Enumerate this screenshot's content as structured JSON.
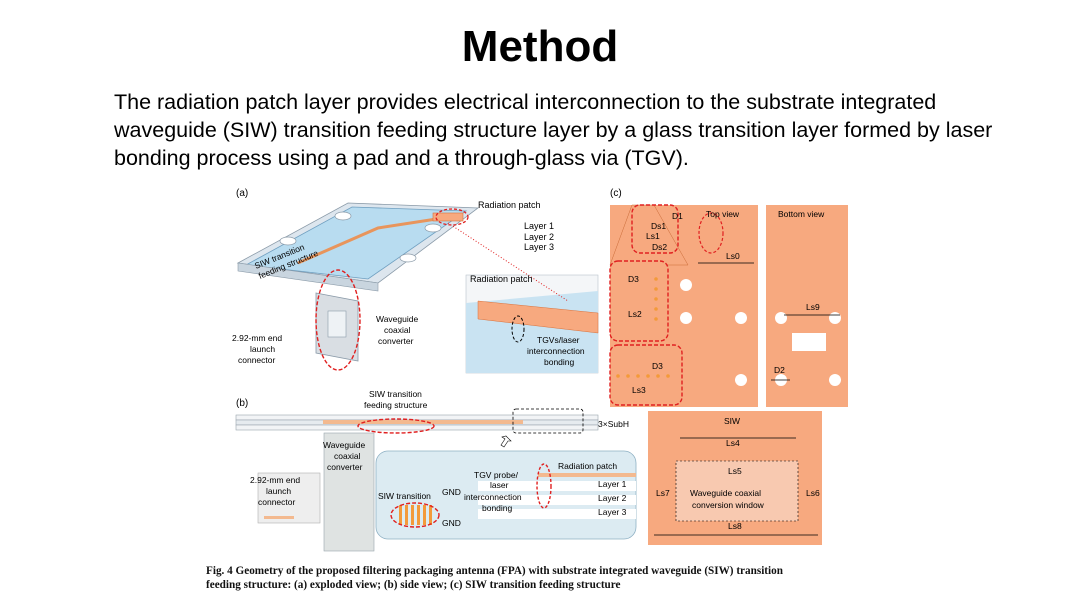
{
  "slide": {
    "title": "Method",
    "description": "The radiation patch layer provides electrical interconnection to the substrate integrated waveguide (SIW) transition feeding structure layer by a glass transition layer formed by laser bonding process using a pad and a through-glass via (TGV)."
  },
  "figure": {
    "panel_a": {
      "tag": "(a)",
      "radiation_patch": "Radiation patch",
      "layer1": "Layer 1",
      "layer2": "Layer 2",
      "layer3": "Layer 3",
      "siw_line1": "SIW transition",
      "siw_line2": "feeding structure",
      "radiation_patch_inset": "Radiation patch",
      "wg_line1": "Waveguide",
      "wg_line2": "coaxial",
      "wg_line3": "converter",
      "conn_line1": "2.92-mm end",
      "conn_line2": "launch",
      "conn_line3": "connector",
      "tgv_line1": "TGVs/laser",
      "tgv_line2": "interconnection",
      "tgv_line3": "bonding"
    },
    "panel_b": {
      "tag": "(b)",
      "siw_line1": "SIW transition",
      "siw_line2": "feeding structure",
      "subh": "3×SubH",
      "wg_line1": "Waveguide",
      "wg_line2": "coaxial",
      "wg_line3": "converter",
      "conn_line1": "2.92-mm end",
      "conn_line2": "launch",
      "conn_line3": "connector",
      "tgv_line1": "TGV probe/",
      "tgv_line2": "laser",
      "tgv_line3": "interconnection",
      "tgv_line4": "bonding",
      "radiation_patch": "Radiation patch",
      "layer1": "Layer 1",
      "layer2": "Layer 2",
      "layer3": "Layer 3",
      "siw_transition": "SIW transition",
      "gnd_top": "GND",
      "gnd_bottom": "GND"
    },
    "panel_c": {
      "tag": "(c)",
      "top_view": "Top view",
      "bottom_view": "Bottom view",
      "d1": "D1",
      "ds1": "Ds1",
      "ls1": "Ls1",
      "ds2": "Ds2",
      "ls0": "Ls0",
      "d3_top": "D3",
      "ls2": "Ls2",
      "ls9": "Ls9",
      "d3_bottom": "D3",
      "d2": "D2",
      "ls3": "Ls3",
      "siw": "SIW",
      "ls4": "Ls4",
      "ls5": "Ls5",
      "ls7": "Ls7",
      "ls6": "Ls6",
      "window_line1": "Waveguide coaxial",
      "window_line2": "conversion window",
      "ls8": "Ls8"
    },
    "caption_line1": "Fig. 4   Geometry of the proposed filtering packaging antenna (FPA) with substrate integrated waveguide (SIW) transition",
    "caption_line2": "feeding structure: (a) exploded view; (b) side view; (c) SIW transition feeding structure"
  },
  "colors": {
    "accent_red": "#e02020",
    "copper": "#f7a97f",
    "glass_blue": "#b8dcf0"
  }
}
